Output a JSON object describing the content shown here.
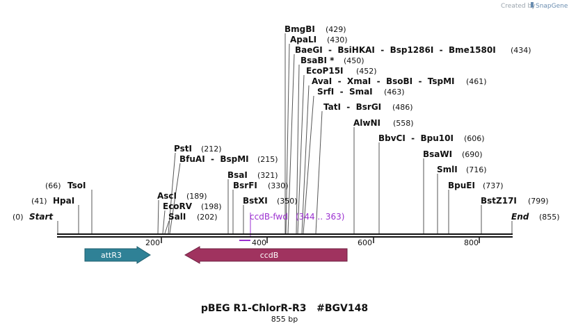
{
  "credit": {
    "text": "Created by",
    "brand": "SnapGene"
  },
  "ends": {
    "start": {
      "pos": "(0)",
      "label": "Start"
    },
    "end": {
      "label": "End",
      "pos": "(855)"
    }
  },
  "sites": [
    {
      "label": "BmgBI",
      "pos": "(429)"
    },
    {
      "label": "ApaLI",
      "pos": "(430)"
    },
    {
      "label": "BaeGI  -  BsiHKAI  -  Bsp1286I  -  Bme1580I",
      "pos": "(434)"
    },
    {
      "label": "BsaBI *",
      "pos": "(450)"
    },
    {
      "label": "EcoP15I",
      "pos": "(452)"
    },
    {
      "label": "AvaI  -  XmaI  -  BsoBI  -  TspMI",
      "pos": "(461)"
    },
    {
      "label": "SrfI  -  SmaI",
      "pos": "(463)"
    },
    {
      "label": "TatI  -  BsrGI",
      "pos": "(486)"
    },
    {
      "label": "AlwNI",
      "pos": "(558)"
    },
    {
      "label": "BbvCI  -  Bpu10I",
      "pos": "(606)"
    },
    {
      "label": "BsaWI",
      "pos": "(690)"
    },
    {
      "label": "SmlI",
      "pos": "(716)"
    },
    {
      "label": "BpuEI",
      "pos": "(737)"
    },
    {
      "label": "BstZ17I",
      "pos": "(799)"
    },
    {
      "label": "PstI",
      "pos": "(212)"
    },
    {
      "label": "BfuAI  -  BspMI",
      "pos": "(215)"
    },
    {
      "label": "BsaI",
      "pos": "(321)"
    },
    {
      "label": "BsrFI",
      "pos": "(330)"
    },
    {
      "label": "BstXI",
      "pos": "(350)"
    },
    {
      "label": "AscI",
      "pos": "(189)"
    },
    {
      "label": "EcoRV",
      "pos": "(198)"
    },
    {
      "label": "SalI",
      "pos": "(202)"
    },
    {
      "label": "TsoI",
      "pos": "(66)"
    },
    {
      "label": "HpaI",
      "pos": "(41)"
    }
  ],
  "primer": {
    "label": "ccdB-fwd",
    "range": "(344 .. 363)",
    "color": "#9b30d0"
  },
  "ruler": {
    "ticks": [
      "200",
      "400",
      "600",
      "800"
    ]
  },
  "features": [
    {
      "label": "attR3",
      "color": "#2f8196",
      "direction": "forward"
    },
    {
      "label": "ccdB",
      "color": "#a0335f",
      "direction": "reverse"
    }
  ],
  "title": {
    "name": "pBEG R1-ChlorR-R3   #BGV148",
    "size": "855 bp"
  }
}
